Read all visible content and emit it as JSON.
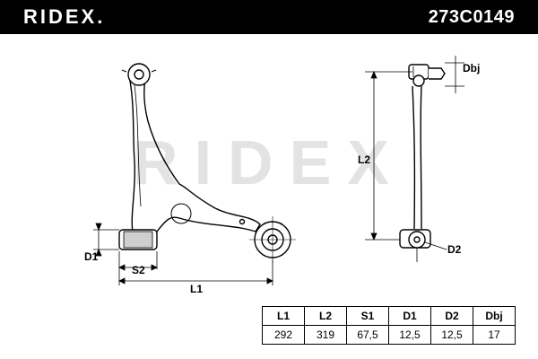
{
  "header": {
    "brand": "RIDEX.",
    "part_number": "273C0149"
  },
  "watermark": {
    "text": "RIDEX"
  },
  "dimension_labels": {
    "l1": "L1",
    "l2": "L2",
    "s2": "S2",
    "d1": "D1",
    "d2": "D2",
    "dbj": "Dbj"
  },
  "spec_table": {
    "headers": [
      "L1",
      "L2",
      "S1",
      "D1",
      "D2",
      "Dbj"
    ],
    "values": [
      "292",
      "319",
      "67,5",
      "12,5",
      "12,5",
      "17"
    ]
  }
}
